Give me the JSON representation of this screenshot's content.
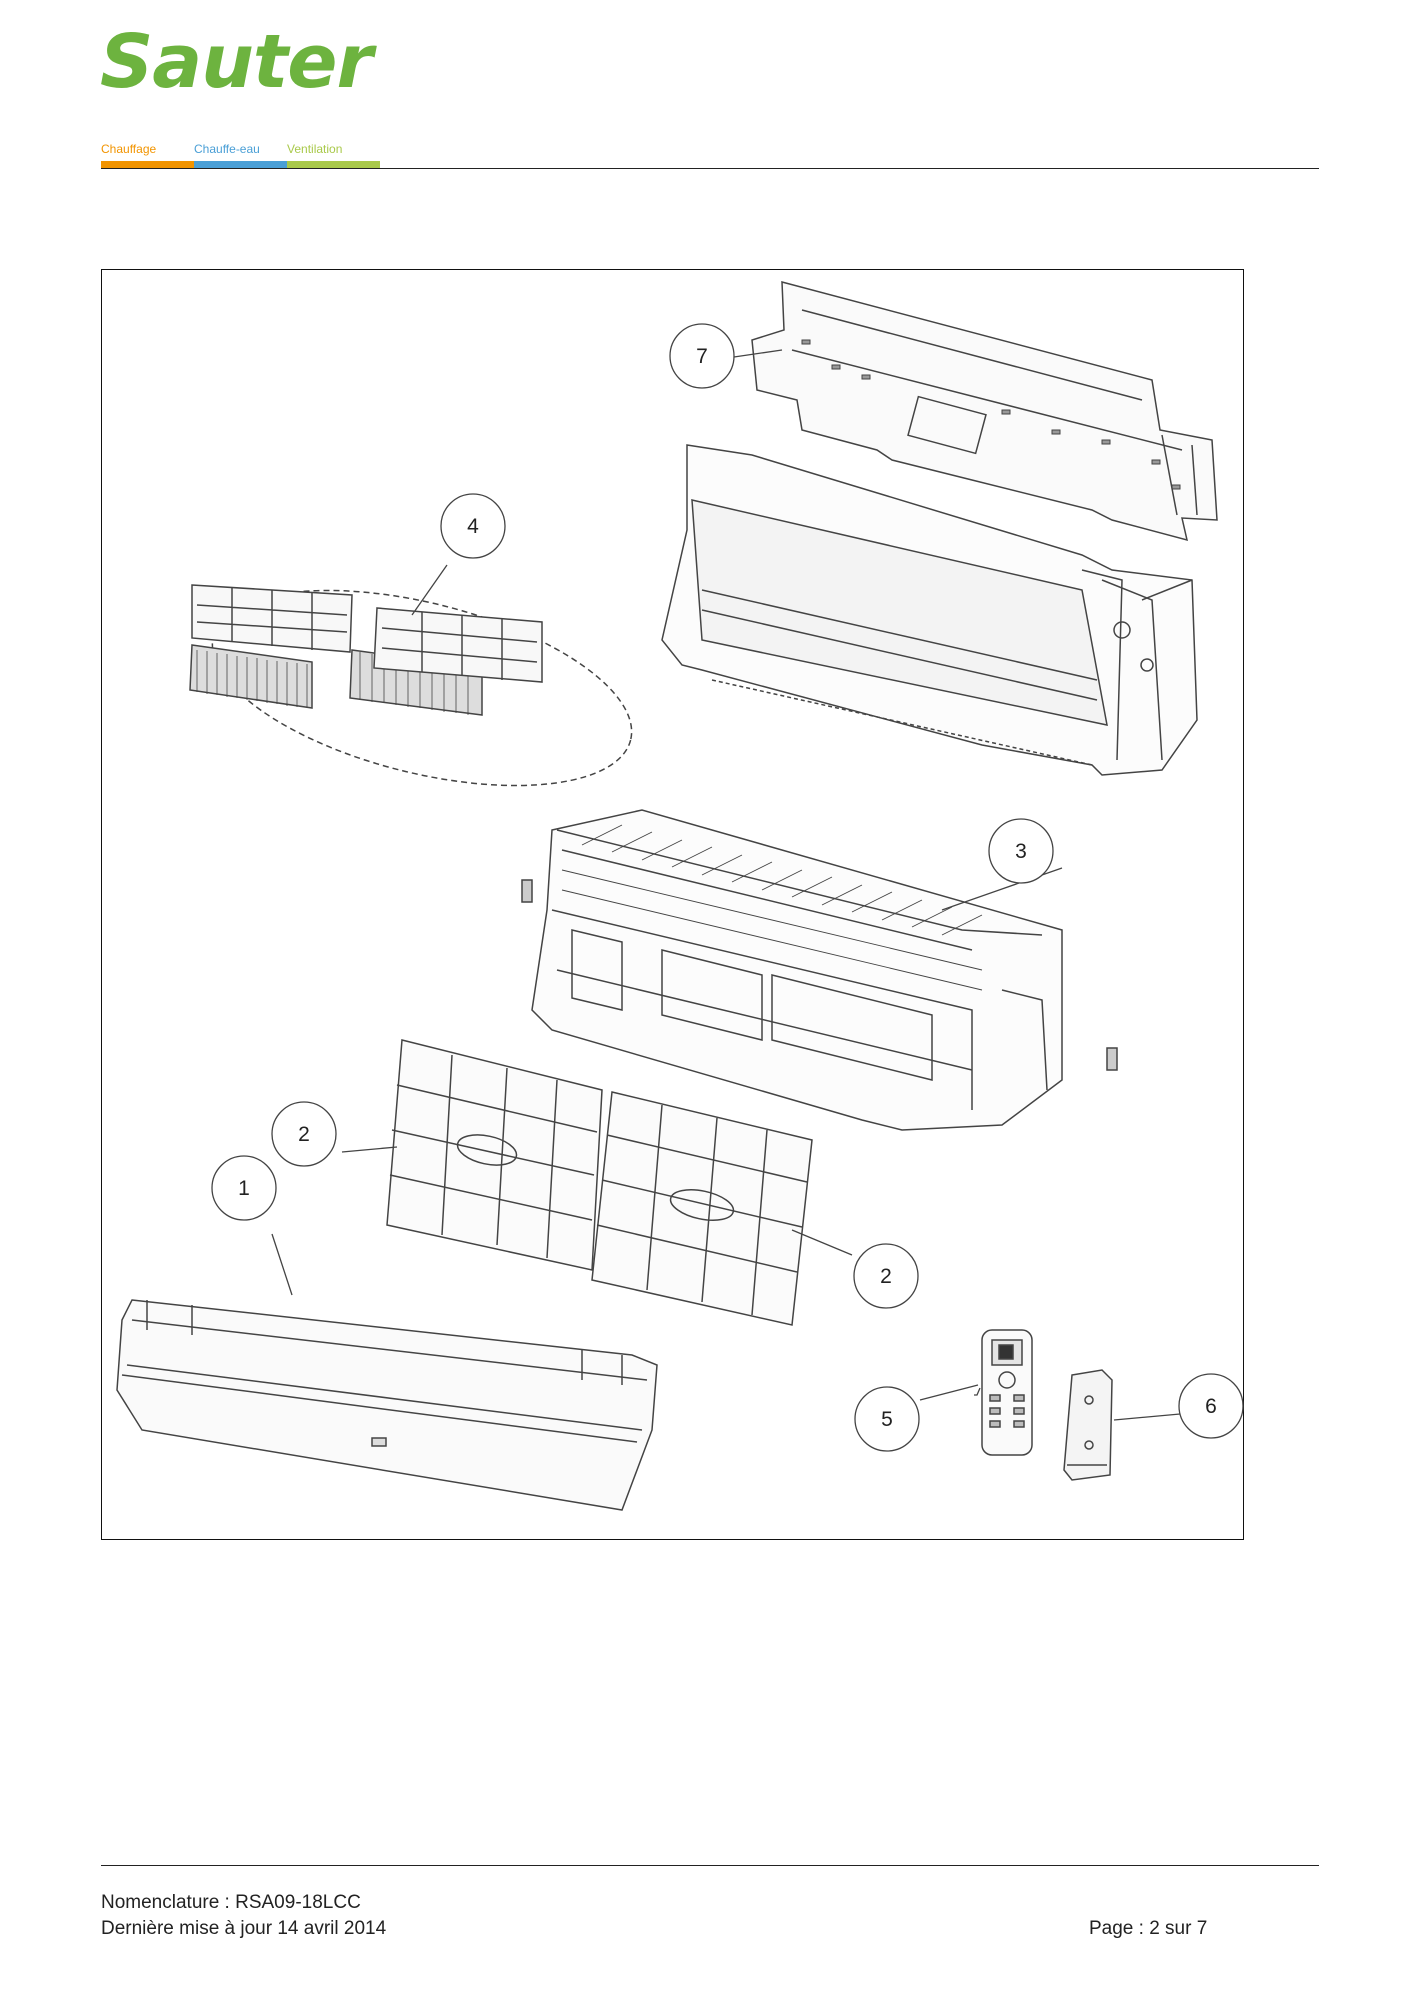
{
  "brand": {
    "name": "Sauter",
    "color": "#6db33f"
  },
  "nav_tabs": [
    {
      "label": "Chauffage",
      "color": "#f29400"
    },
    {
      "label": "Chauffe-eau",
      "color": "#4a9fd6"
    },
    {
      "label": "Ventilation",
      "color": "#a9c94a"
    }
  ],
  "diagram": {
    "callouts": [
      "7",
      "4",
      "3",
      "2",
      "1",
      "2",
      "5",
      "6"
    ]
  },
  "footer": {
    "nomenclature": "Nomenclature : RSA09-18LCC",
    "updated": "Dernière mise à jour 14 avril 2014",
    "page": "Page : 2 sur 7"
  }
}
